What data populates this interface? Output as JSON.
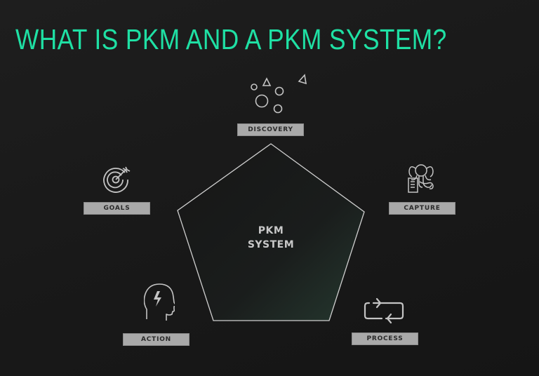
{
  "slide": {
    "title": "WHAT IS PKM AND A PKM SYSTEM?",
    "accent_color": "#1fe0a4",
    "center": {
      "line1": "PKM",
      "line2": "SYSTEM"
    },
    "nodes": [
      {
        "label": "DISCOVERY",
        "icon": "shapes-bubbles-icon"
      },
      {
        "label": "CAPTURE",
        "icon": "octopus-document-icon"
      },
      {
        "label": "PROCESS",
        "icon": "repeat-loop-icon"
      },
      {
        "label": "ACTION",
        "icon": "head-lightning-icon"
      },
      {
        "label": "GOALS",
        "icon": "target-arrow-icon"
      }
    ]
  }
}
